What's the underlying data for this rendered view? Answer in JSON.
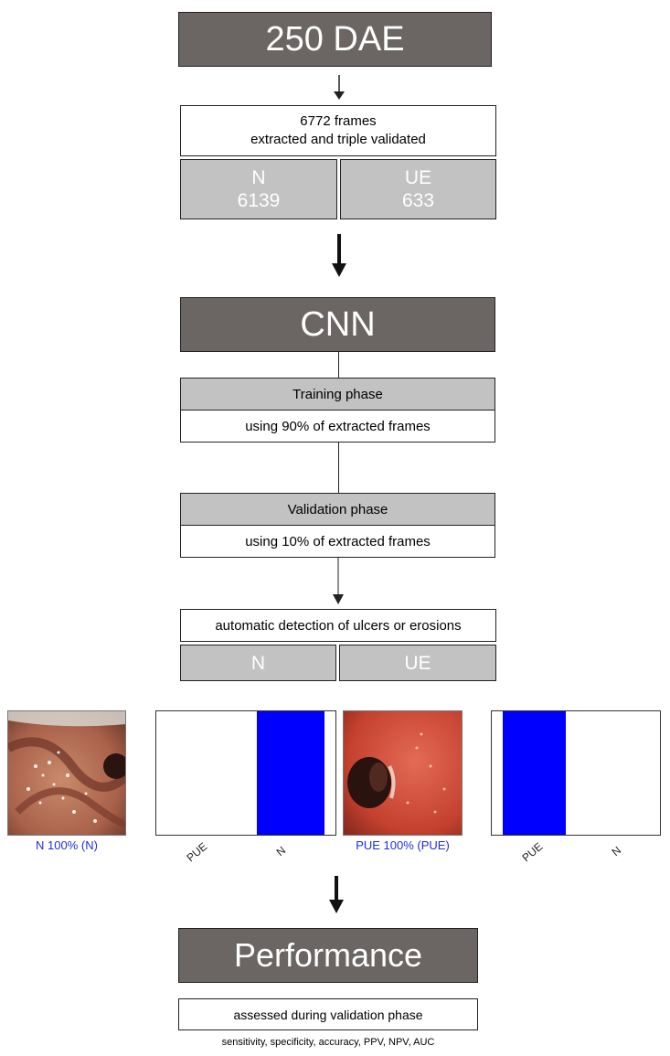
{
  "colors": {
    "dark_box": "#6b6564",
    "gray_box": "#c2c2c2",
    "bar_blue": "#0000ff",
    "caption_blue": "#1f2fe0"
  },
  "input": {
    "title": "250 DAE"
  },
  "frames": {
    "line1": "6772 frames",
    "line2": "extracted and triple validated",
    "n_label": "N",
    "n_count": "6139",
    "ue_label": "UE",
    "ue_count": "633"
  },
  "model": {
    "title": "CNN"
  },
  "training": {
    "header": "Training phase",
    "detail": "using 90% of extracted frames"
  },
  "validation": {
    "header": "Validation phase",
    "detail": "using 10% of extracted frames"
  },
  "detection": {
    "title": "automatic detection of ulcers or erosions",
    "n_label": "N",
    "ue_label": "UE"
  },
  "examples": [
    {
      "caption": "N 100% (N)",
      "ticks": [
        "PUE",
        "N"
      ],
      "probabilities": [
        0,
        1
      ]
    },
    {
      "caption": "PUE 100% (PUE)",
      "ticks": [
        "PUE",
        "N"
      ],
      "probabilities": [
        1,
        0
      ]
    }
  ],
  "output": {
    "title": "Performance",
    "detail": "assessed during validation phase",
    "metrics": "sensitivity, specificity, accuracy, PPV, NPV, AUC"
  }
}
